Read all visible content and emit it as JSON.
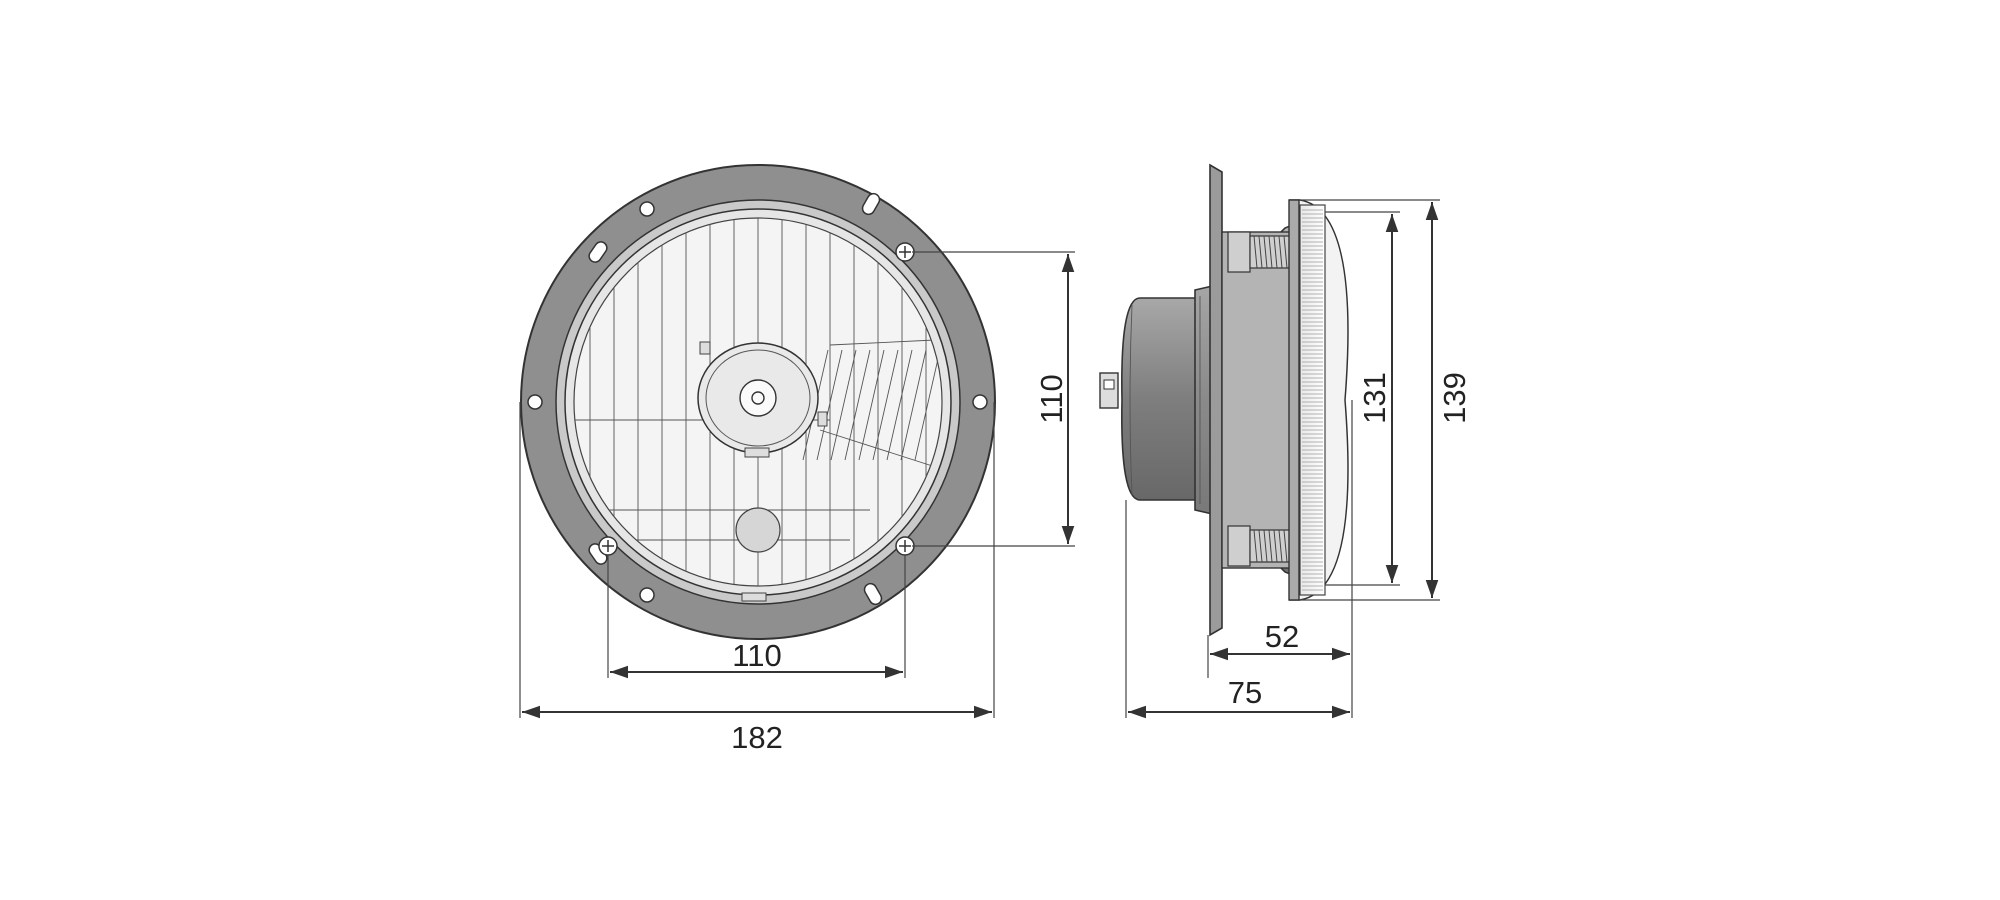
{
  "dimensions": {
    "front_width_overall": "182",
    "front_mount_spacing_horizontal": "110",
    "front_mount_spacing_vertical": "110",
    "side_depth_overall": "75",
    "side_depth_body": "52",
    "side_diameter_lens": "131",
    "side_diameter_overall": "139"
  },
  "colors": {
    "flange": "#8f8f8f",
    "flange_dark": "#6e6e6e",
    "lens_glass": "#f4f4f4",
    "housing": "#9a9a9a",
    "line": "#333333"
  }
}
